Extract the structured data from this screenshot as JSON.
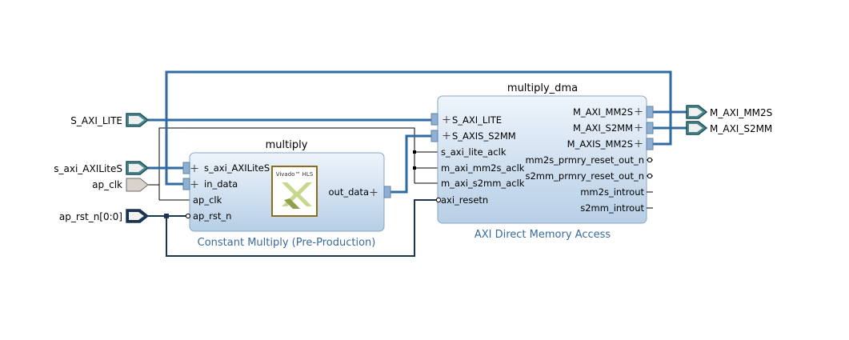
{
  "colors": {
    "bus": "#2f6aa3",
    "wire": "#000000",
    "rst": "#1a3550",
    "block_top": "#edf3fa",
    "block_bottom": "#b9d0e7",
    "block_border": "#8aa6c2"
  },
  "ports": {
    "s_axi_lite": "S_AXI_LITE",
    "s_axi_axilites": "s_axi_AXILiteS",
    "ap_clk": "ap_clk",
    "ap_rst_n": "ap_rst_n[0:0]",
    "m_axi_mm2s": "M_AXI_MM2S",
    "m_axi_s2mm": "M_AXI_S2MM"
  },
  "multiply": {
    "name": "multiply",
    "subtitle": "Constant Multiply (Pre-Production)",
    "logo_text": "Vivado™ HLS",
    "pins": {
      "s_axi": "s_axi_AXILiteS",
      "in_data": "in_data",
      "ap_clk": "ap_clk",
      "ap_rst_n": "ap_rst_n",
      "out_data": "out_data"
    }
  },
  "dma": {
    "name": "multiply_dma",
    "subtitle": "AXI Direct Memory Access",
    "pins": {
      "s_axi_lite": "S_AXI_LITE",
      "s_axis_s2mm": "S_AXIS_S2MM",
      "s_axi_lite_aclk": "s_axi_lite_aclk",
      "m_axi_mm2s_aclk": "m_axi_mm2s_aclk",
      "m_axi_s2mm_aclk": "m_axi_s2mm_aclk",
      "axi_resetn": "axi_resetn",
      "m_axi_mm2s": "M_AXI_MM2S",
      "m_axi_s2mm": "M_AXI_S2MM",
      "m_axis_mm2s": "M_AXIS_MM2S",
      "mm2s_prmry_reset_out_n": "mm2s_prmry_reset_out_n",
      "s2mm_prmry_reset_out_n": "s2mm_prmry_reset_out_n",
      "mm2s_introut": "mm2s_introut",
      "s2mm_introut": "s2mm_introut"
    }
  }
}
